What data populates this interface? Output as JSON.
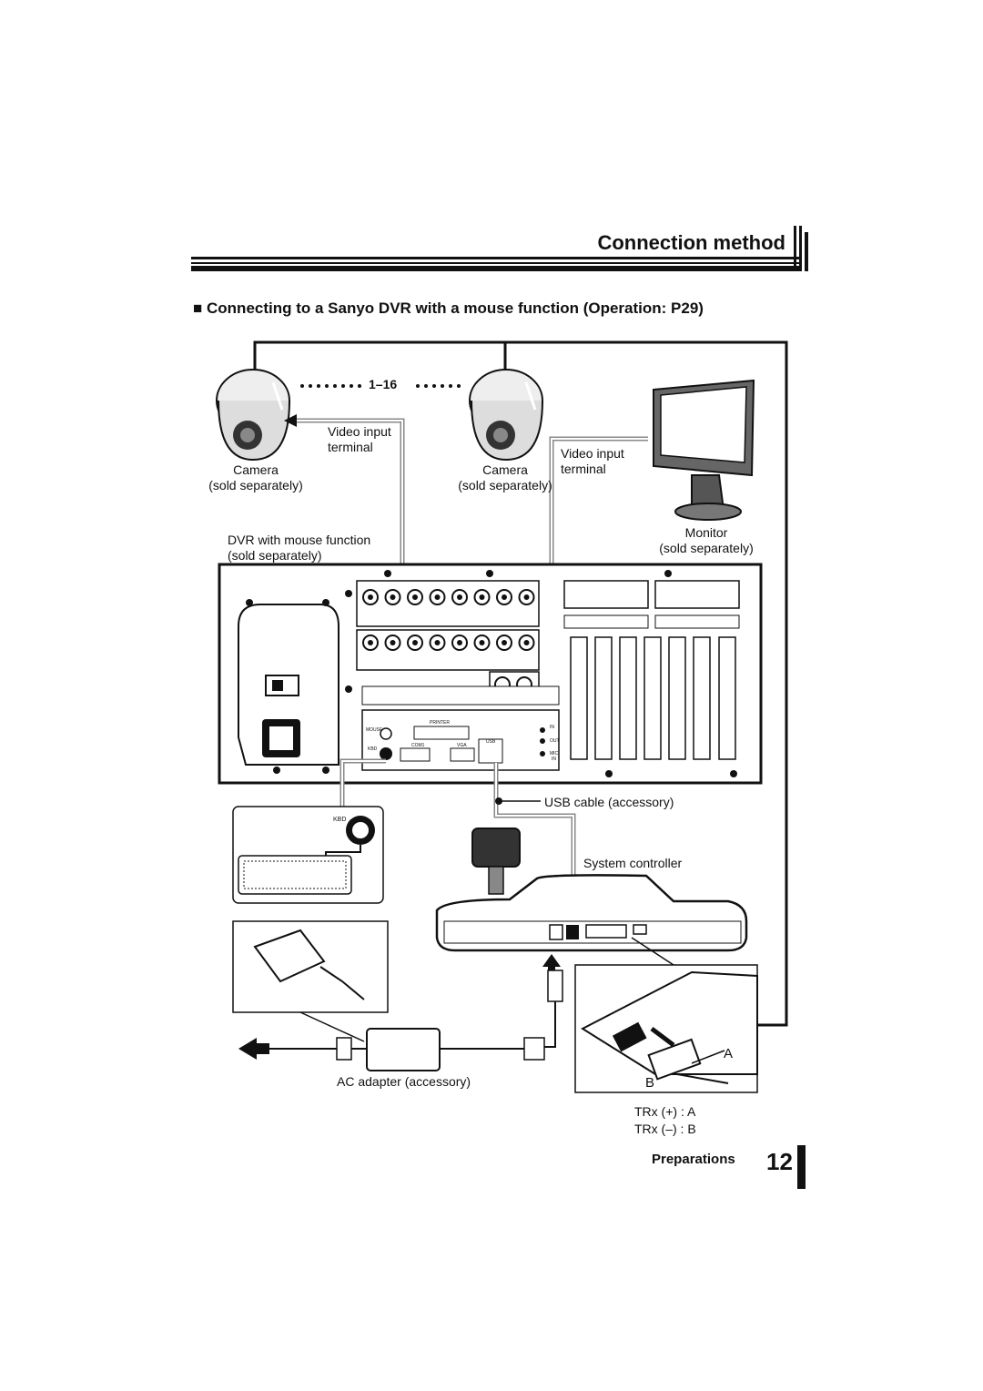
{
  "header": {
    "title": "Connection method"
  },
  "section": {
    "bullet": "■",
    "title": "Connecting to a Sanyo DVR with a mouse function (Operation: P29)"
  },
  "diagram": {
    "range_label": "1–16",
    "camera_left": {
      "line1": "Camera",
      "line2": "(sold separately)"
    },
    "camera_right": {
      "line1": "Camera",
      "line2": "(sold separately)"
    },
    "video_input_dvr": {
      "line1": "Video input",
      "line2": "terminal"
    },
    "video_input_monitor": {
      "line1": "Video input",
      "line2": "terminal"
    },
    "monitor": {
      "line1": "Monitor",
      "line2": "(sold separately)"
    },
    "dvr": {
      "line1": "DVR with mouse function",
      "line2": "(sold separately)"
    },
    "usb_cable": "USB cable (accessory)",
    "system_controller": "System controller",
    "ac_adapter": "AC adapter (accessory)",
    "terminal_a": "A",
    "terminal_b": "B",
    "trx_plus": "TRx (+) : A",
    "trx_minus": "TRx (–) : B",
    "panel_labels": {
      "printer": "PRINTER",
      "mouse": "MOUSE",
      "kbd": "KBD",
      "com1": "COM1",
      "vga": "VGA",
      "usb": "USB",
      "in": "IN",
      "out": "OUT",
      "mic": "MIC",
      "mic_in": "IN",
      "kbd_inset": "KBD"
    }
  },
  "footer": {
    "section": "Preparations",
    "page": "12"
  }
}
